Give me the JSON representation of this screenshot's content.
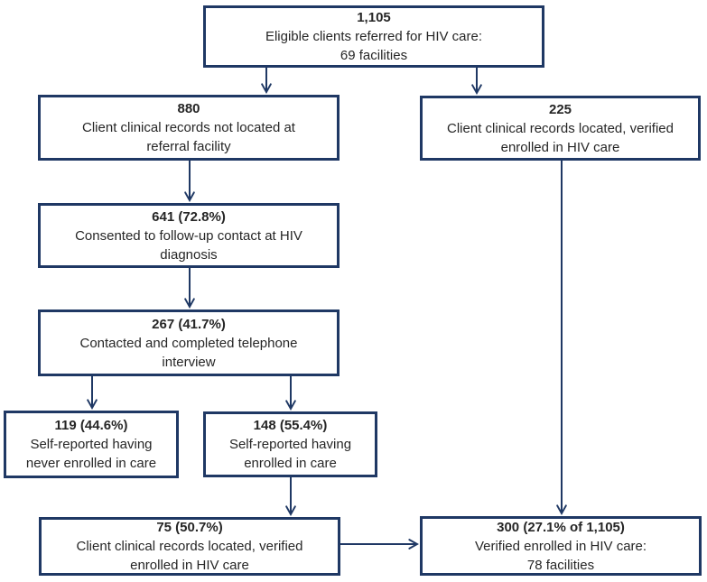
{
  "colors": {
    "line": "#1f3864",
    "text": "#262626",
    "bg": "#ffffff"
  },
  "boxes": [
    {
      "id": "eligible-referred",
      "number": "1,105",
      "text": "Eligible clients referred for HIV care:\n69 facilities"
    },
    {
      "id": "records-not-located",
      "number": "880",
      "text": "Client clinical records not located at\nreferral facility"
    },
    {
      "id": "records-located-verified",
      "number": "225",
      "text": "Client clinical records located, verified\nenrolled in HIV care"
    },
    {
      "id": "consented-followup",
      "number": "641 (72.8%)",
      "text": "Consented to follow-up contact at HIV\ndiagnosis"
    },
    {
      "id": "contacted-interviewed",
      "number": "267 (41.7%)",
      "text": "Contacted and completed telephone\ninterview"
    },
    {
      "id": "self-reported-never",
      "number": "119 (44.6%)",
      "text": "Self-reported having\nnever enrolled in care"
    },
    {
      "id": "self-reported-enrolled",
      "number": "148 (55.4%)",
      "text": "Self-reported having\nenrolled in care"
    },
    {
      "id": "records-verified-subset",
      "number": "75 (50.7%)",
      "text": "Client clinical records located, verified\nenrolled in HIV care"
    },
    {
      "id": "verified-total",
      "number": "300 (27.1% of 1,105)",
      "text": "Verified enrolled in HIV care:\n78 facilities"
    }
  ]
}
